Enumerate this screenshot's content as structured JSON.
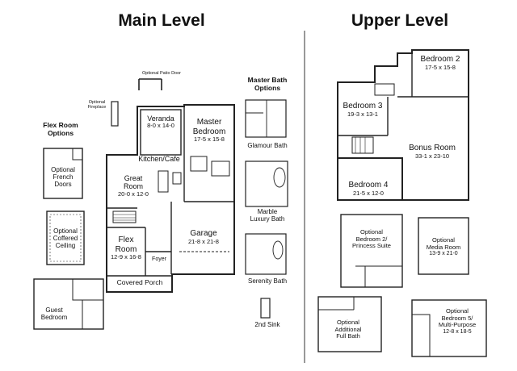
{
  "titles": {
    "main": "Main Level",
    "upper": "Upper Level"
  },
  "main": {
    "patio_door": "Optional Patio Door",
    "fireplace": [
      "Optional",
      "Fireplace"
    ],
    "veranda": {
      "name": "Veranda",
      "dim": "8-0 x 14-0"
    },
    "master_bedroom": {
      "name": [
        "Master",
        "Bedroom"
      ],
      "dim": "17-5 x 15-8"
    },
    "kitchen": "Kitchen/Cafe",
    "great_room": {
      "name": [
        "Great",
        "Room"
      ],
      "dim": "20-0 x 12-0"
    },
    "flex_room": {
      "name": [
        "Flex",
        "Room"
      ],
      "dim": "12-9 x 16-8"
    },
    "foyer": "Foyer",
    "garage": {
      "name": "Garage",
      "dim": "21-8 x 21-8"
    },
    "covered_porch": "Covered Porch"
  },
  "flex_options": {
    "header": [
      "Flex Room",
      "Options"
    ],
    "french_doors": [
      "Optional",
      "French",
      "Doors"
    ],
    "coffered_ceiling": [
      "Optional",
      "Coffered",
      "Ceiling"
    ],
    "guest_bedroom": [
      "Guest",
      "Bedroom"
    ]
  },
  "bath_options": {
    "header": [
      "Master Bath",
      "Options"
    ],
    "glamour": "Glamour Bath",
    "marble": [
      "Marble",
      "Luxury Bath"
    ],
    "serenity": "Serenity Bath",
    "second_sink": "2nd Sink"
  },
  "upper": {
    "bedroom2": {
      "name": "Bedroom 2",
      "dim": "17-5 x 15-8"
    },
    "bedroom3": {
      "name": "Bedroom 3",
      "dim": "19-3 x 13-1"
    },
    "bonus_room": {
      "name": "Bonus Room",
      "dim": "33-1 x 23-10"
    },
    "bedroom4": {
      "name": "Bedroom 4",
      "dim": "21-5 x 12-0"
    },
    "princess_suite": [
      "Optional",
      "Bedroom 2/",
      "Princess Suite"
    ],
    "media_room": {
      "name": [
        "Optional",
        "Media Room"
      ],
      "dim": "13-9 x 21-0"
    },
    "additional_bath": [
      "Optional",
      "Additional",
      "Full Bath"
    ],
    "bedroom5": {
      "name": [
        "Optional",
        "Bedroom 5/",
        "Multi-Purpose"
      ],
      "dim": "12-8 x 18-5"
    }
  }
}
